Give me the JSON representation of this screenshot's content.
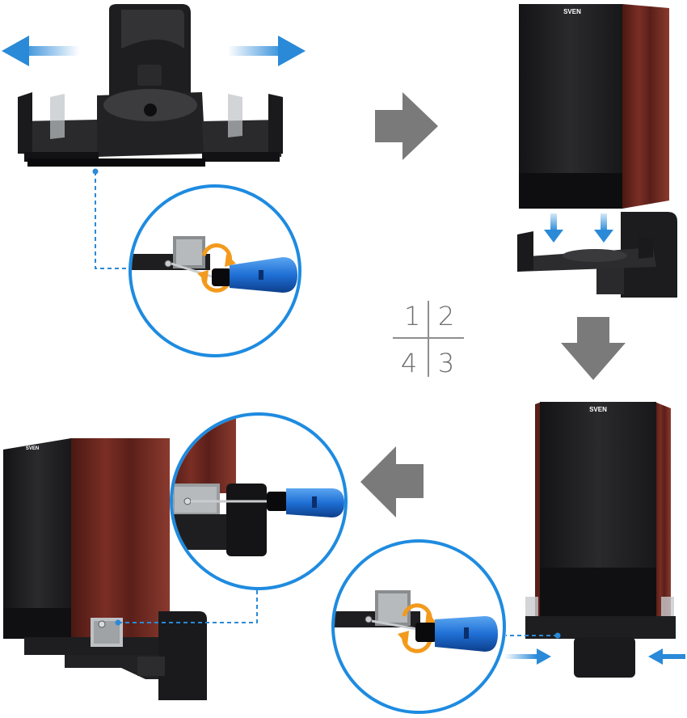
{
  "step_numbers": [
    "1",
    "2",
    "3",
    "4"
  ],
  "brand_text": "SVEN",
  "icons": {
    "slide_arrow": "double-horizontal-arrow",
    "flow_arrow": "block-arrow",
    "rotate": "circular-rotate-arrows",
    "tool": "screwdriver"
  },
  "colors": {
    "blue": "#2a8ad8",
    "wood": "#6b2a22",
    "speaker_front": "#1c1c1e",
    "bracket": "#2a2a2c",
    "gray_arrow": "#7a7a7a",
    "rotate_orange": "#f39a1c",
    "screwdriver_handle": "#1f6fd6"
  }
}
